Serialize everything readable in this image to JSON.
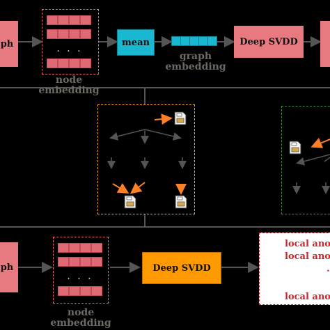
{
  "top_row": {
    "graph_label": "ph",
    "node_embedding_label": "node embedding",
    "dots": ". . .",
    "mean_label": "mean",
    "graph_embedding_label_line1": "graph",
    "graph_embedding_label_line2": "embedding",
    "deep_svdd_label": "Deep SVDD"
  },
  "bottom_row": {
    "graph_label": "ph",
    "node_embedding_label": "node embedding",
    "dots": ". . .",
    "deep_svdd_label": "Deep SVDD",
    "local_anomaly_items": [
      "local anom",
      "local anom",
      ".",
      "local anom"
    ]
  },
  "colors": {
    "pink": "#e67a80",
    "teal": "#19b8d0",
    "orange": "#ff9900",
    "dashed_orange": "#f5a623",
    "dashed_green": "#3f8f3f",
    "anomaly_red": "#c8282f"
  }
}
